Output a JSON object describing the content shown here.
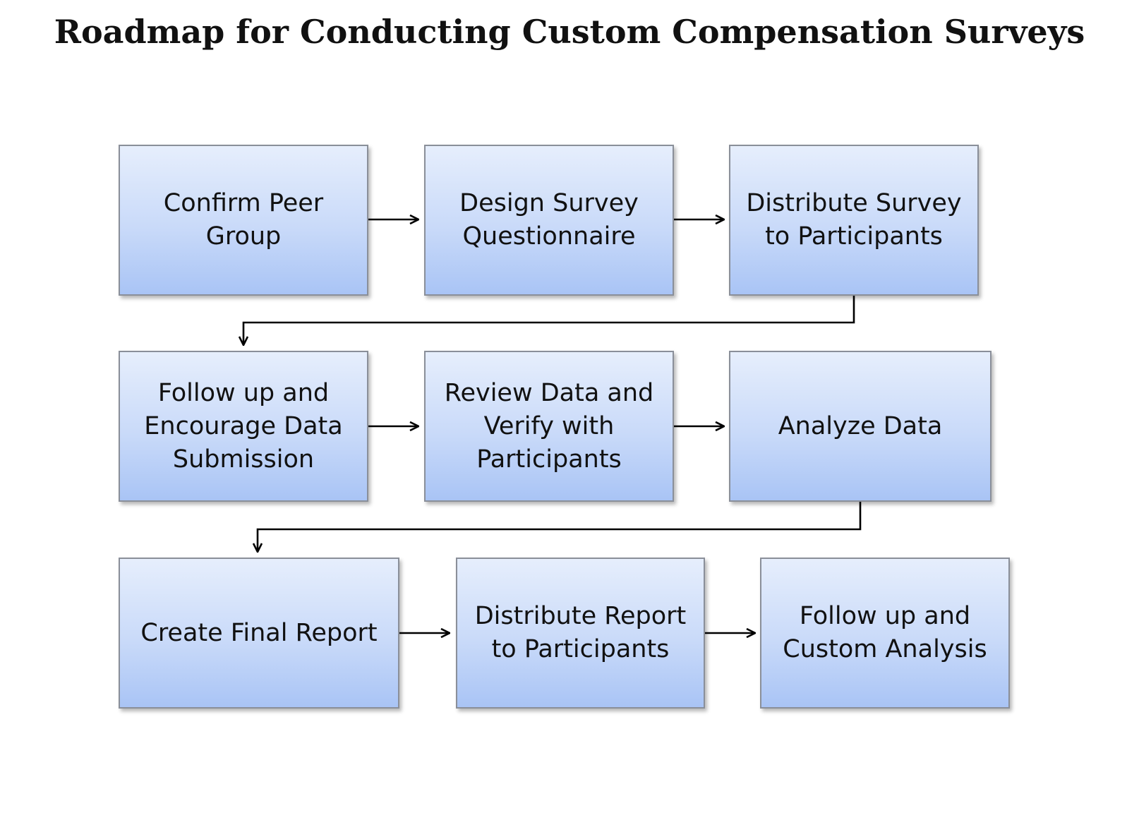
{
  "title": "Roadmap for Conducting Custom Compensation Surveys",
  "steps": [
    {
      "label": "Confirm Peer\nGroup"
    },
    {
      "label": "Design Survey\nQuestionnaire"
    },
    {
      "label": "Distribute Survey\nto Participants"
    },
    {
      "label": "Follow up and\nEncourage Data\nSubmission"
    },
    {
      "label": "Review Data and\nVerify with\nParticipants"
    },
    {
      "label": "Analyze Data"
    },
    {
      "label": "Create Final Report"
    },
    {
      "label": "Distribute Report\nto Participants"
    },
    {
      "label": "Follow up and\nCustom Analysis"
    }
  ],
  "colors": {
    "box_top": "#e6eefc",
    "box_bottom": "#a9c4f5",
    "box_border": "#8a8f99",
    "arrow": "#000000"
  }
}
